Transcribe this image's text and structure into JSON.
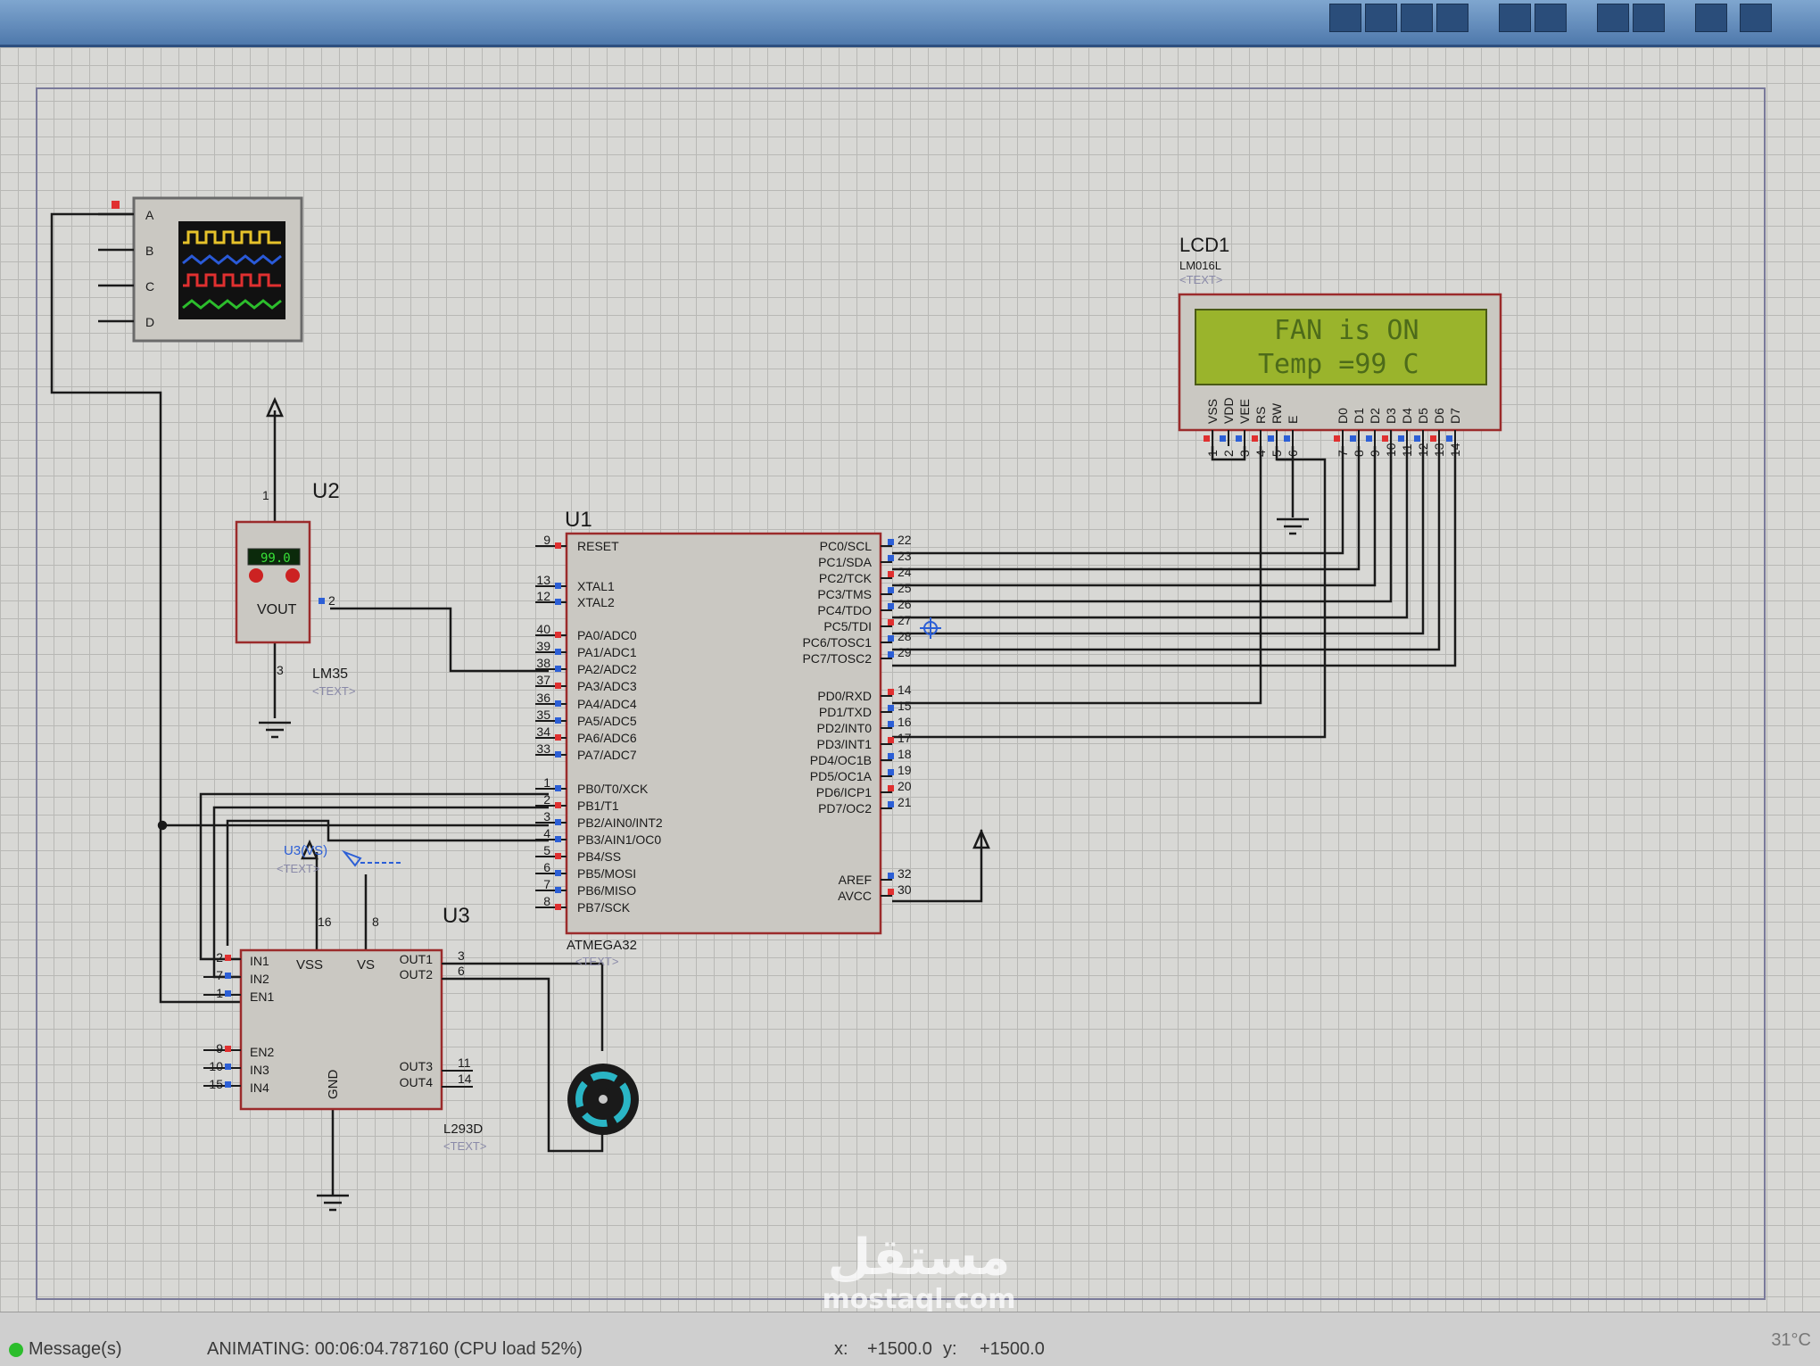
{
  "status_bar": {
    "messages": "Message(s)",
    "animating": "ANIMATING: 00:06:04.787160 (CPU load 52%)",
    "x_label": "x:",
    "x_value": "+1500.0",
    "y_label": "y:",
    "y_value": "+1500.0",
    "tray_temp": "31°C"
  },
  "watermark": {
    "arabic": "مستقل",
    "latin": "mostaql.com"
  },
  "oscilloscope": {
    "channels": [
      "A",
      "B",
      "C",
      "D"
    ]
  },
  "u2": {
    "ref": "U2",
    "part": "LM35",
    "text": "<TEXT>",
    "display": "99.0",
    "vout": "VOUT",
    "pin1": "1",
    "pin2": "2",
    "pin3": "3"
  },
  "u1": {
    "ref": "U1",
    "part": "ATMEGA32",
    "text": "<TEXT>",
    "left_pins": [
      {
        "num": "9",
        "name": "RESET"
      },
      {
        "num": "13",
        "name": "XTAL1"
      },
      {
        "num": "12",
        "name": "XTAL2"
      },
      {
        "num": "40",
        "name": "PA0/ADC0"
      },
      {
        "num": "39",
        "name": "PA1/ADC1"
      },
      {
        "num": "38",
        "name": "PA2/ADC2"
      },
      {
        "num": "37",
        "name": "PA3/ADC3"
      },
      {
        "num": "36",
        "name": "PA4/ADC4"
      },
      {
        "num": "35",
        "name": "PA5/ADC5"
      },
      {
        "num": "34",
        "name": "PA6/ADC6"
      },
      {
        "num": "33",
        "name": "PA7/ADC7"
      },
      {
        "num": "1",
        "name": "PB0/T0/XCK"
      },
      {
        "num": "2",
        "name": "PB1/T1"
      },
      {
        "num": "3",
        "name": "PB2/AIN0/INT2"
      },
      {
        "num": "4",
        "name": "PB3/AIN1/OC0"
      },
      {
        "num": "5",
        "name": "PB4/SS"
      },
      {
        "num": "6",
        "name": "PB5/MOSI"
      },
      {
        "num": "7",
        "name": "PB6/MISO"
      },
      {
        "num": "8",
        "name": "PB7/SCK"
      }
    ],
    "right_pins": [
      {
        "num": "22",
        "name": "PC0/SCL"
      },
      {
        "num": "23",
        "name": "PC1/SDA"
      },
      {
        "num": "24",
        "name": "PC2/TCK"
      },
      {
        "num": "25",
        "name": "PC3/TMS"
      },
      {
        "num": "26",
        "name": "PC4/TDO"
      },
      {
        "num": "27",
        "name": "PC5/TDI"
      },
      {
        "num": "28",
        "name": "PC6/TOSC1"
      },
      {
        "num": "29",
        "name": "PC7/TOSC2"
      },
      {
        "num": "14",
        "name": "PD0/RXD"
      },
      {
        "num": "15",
        "name": "PD1/TXD"
      },
      {
        "num": "16",
        "name": "PD2/INT0"
      },
      {
        "num": "17",
        "name": "PD3/INT1"
      },
      {
        "num": "18",
        "name": "PD4/OC1B"
      },
      {
        "num": "19",
        "name": "PD5/OC1A"
      },
      {
        "num": "20",
        "name": "PD6/ICP1"
      },
      {
        "num": "21",
        "name": "PD7/OC2"
      },
      {
        "num": "32",
        "name": "AREF"
      },
      {
        "num": "30",
        "name": "AVCC"
      }
    ]
  },
  "lcd": {
    "ref": "LCD1",
    "part": "LM016L",
    "text": "<TEXT>",
    "line1": "FAN is ON",
    "line2": "Temp =99 C",
    "pins": [
      "VSS",
      "VDD",
      "VEE",
      "RS",
      "RW",
      "E",
      "D0",
      "D1",
      "D2",
      "D3",
      "D4",
      "D5",
      "D6",
      "D7"
    ],
    "pin_nums": [
      "1",
      "2",
      "3",
      "4",
      "5",
      "6",
      "7",
      "8",
      "9",
      "10",
      "11",
      "12",
      "13",
      "14"
    ]
  },
  "u3": {
    "ref": "U3",
    "part": "L293D",
    "text": "<TEXT>",
    "probe_label": "U3(VS)",
    "probe_text": "<TEXT>",
    "pins_left": [
      {
        "num": "2",
        "name": "IN1"
      },
      {
        "num": "7",
        "name": "IN2"
      },
      {
        "num": "1",
        "name": "EN1"
      },
      {
        "num": "9",
        "name": "EN2"
      },
      {
        "num": "10",
        "name": "IN3"
      },
      {
        "num": "15",
        "name": "IN4"
      }
    ],
    "pins_right": [
      {
        "num": "3",
        "name": "OUT1"
      },
      {
        "num": "6",
        "name": "OUT2"
      },
      {
        "num": "11",
        "name": "OUT3"
      },
      {
        "num": "14",
        "name": "OUT4"
      }
    ],
    "vss": "VSS",
    "vs": "VS",
    "gnd": "GND",
    "pin16": "16",
    "pin8": "8"
  },
  "colors": {
    "component_fill": "#cac8c2",
    "component_border": "#9b2b2b",
    "wire": "#1a1a1a",
    "lcd_screen": "#9ab42c",
    "pin_red": "#e03030",
    "pin_blue": "#2c5fd6"
  }
}
